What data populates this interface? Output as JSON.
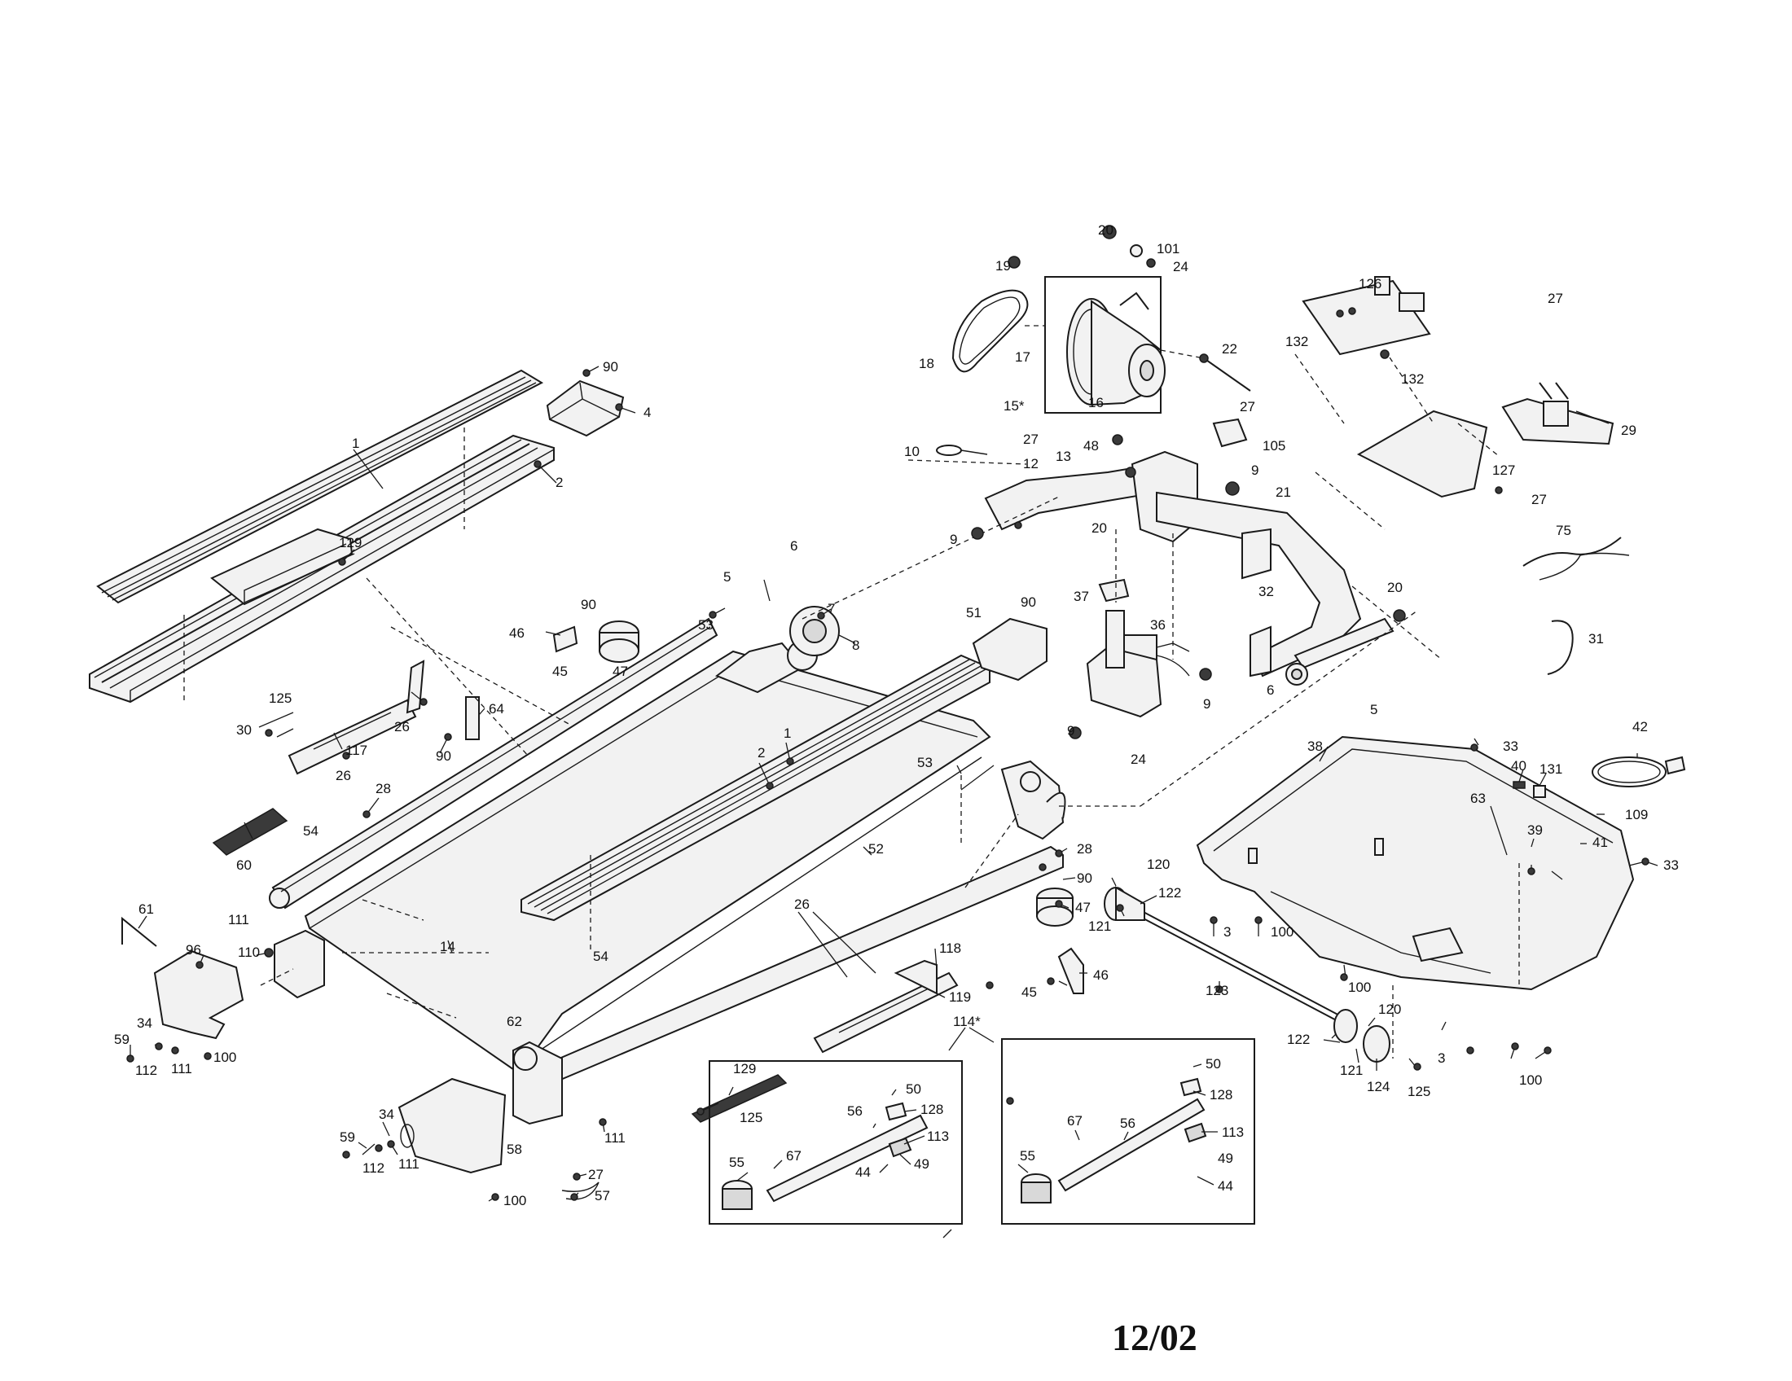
{
  "date_stamp": "12/02",
  "callouts": [
    {
      "id": "c20a",
      "text": "20"
    },
    {
      "id": "c101",
      "text": "101"
    },
    {
      "id": "c19",
      "text": "19"
    },
    {
      "id": "c24a",
      "text": "24"
    },
    {
      "id": "c18",
      "text": "18"
    },
    {
      "id": "c17",
      "text": "17"
    },
    {
      "id": "c16",
      "text": "16"
    },
    {
      "id": "c15",
      "text": "15*"
    },
    {
      "id": "c22",
      "text": "22"
    },
    {
      "id": "c27a",
      "text": "27"
    },
    {
      "id": "c105",
      "text": "105"
    },
    {
      "id": "c48",
      "text": "48"
    },
    {
      "id": "c10",
      "text": "10"
    },
    {
      "id": "c27b",
      "text": "27"
    },
    {
      "id": "c12",
      "text": "12"
    },
    {
      "id": "c13",
      "text": "13"
    },
    {
      "id": "c9a",
      "text": "9"
    },
    {
      "id": "c21",
      "text": "21"
    },
    {
      "id": "c20b",
      "text": "20"
    },
    {
      "id": "c9b",
      "text": "9"
    },
    {
      "id": "c126",
      "text": "126"
    },
    {
      "id": "c132a",
      "text": "132"
    },
    {
      "id": "c132b",
      "text": "132"
    },
    {
      "id": "c127",
      "text": "127"
    },
    {
      "id": "c27c",
      "text": "27"
    },
    {
      "id": "c29",
      "text": "29"
    },
    {
      "id": "c27d",
      "text": "27"
    },
    {
      "id": "c75",
      "text": "75"
    },
    {
      "id": "c31",
      "text": "31"
    },
    {
      "id": "c20c",
      "text": "20"
    },
    {
      "id": "c32",
      "text": "32"
    },
    {
      "id": "c6b",
      "text": "6"
    },
    {
      "id": "c5b",
      "text": "5"
    },
    {
      "id": "c37",
      "text": "37"
    },
    {
      "id": "c36",
      "text": "36"
    },
    {
      "id": "c9c",
      "text": "9"
    },
    {
      "id": "c9d",
      "text": "9"
    },
    {
      "id": "c24b",
      "text": "24"
    },
    {
      "id": "c51",
      "text": "51"
    },
    {
      "id": "c90c",
      "text": "90"
    },
    {
      "id": "c1a",
      "text": "1"
    },
    {
      "id": "c2a",
      "text": "2"
    },
    {
      "id": "c90a",
      "text": "90"
    },
    {
      "id": "c4",
      "text": "4"
    },
    {
      "id": "c129a",
      "text": "129"
    },
    {
      "id": "c30",
      "text": "30"
    },
    {
      "id": "c125a",
      "text": "125"
    },
    {
      "id": "c117",
      "text": "117"
    },
    {
      "id": "c26a",
      "text": "26"
    },
    {
      "id": "c26b",
      "text": "26"
    },
    {
      "id": "c90b",
      "text": "90"
    },
    {
      "id": "c64",
      "text": "64"
    },
    {
      "id": "c46a",
      "text": "46"
    },
    {
      "id": "c45a",
      "text": "45"
    },
    {
      "id": "c90d",
      "text": "90"
    },
    {
      "id": "c47a",
      "text": "47"
    },
    {
      "id": "c5a",
      "text": "5"
    },
    {
      "id": "c53a",
      "text": "53"
    },
    {
      "id": "c6a",
      "text": "6"
    },
    {
      "id": "c7",
      "text": "7"
    },
    {
      "id": "c8",
      "text": "8"
    },
    {
      "id": "c2b",
      "text": "2"
    },
    {
      "id": "c1b",
      "text": "1"
    },
    {
      "id": "c28a",
      "text": "28"
    },
    {
      "id": "c54a",
      "text": "54"
    },
    {
      "id": "c60",
      "text": "60"
    },
    {
      "id": "c61",
      "text": "61"
    },
    {
      "id": "c111a",
      "text": "111"
    },
    {
      "id": "c110",
      "text": "110"
    },
    {
      "id": "c96",
      "text": "96"
    },
    {
      "id": "c14",
      "text": "14"
    },
    {
      "id": "c52",
      "text": "52"
    },
    {
      "id": "c53b",
      "text": "53"
    },
    {
      "id": "c28b",
      "text": "28"
    },
    {
      "id": "c90e",
      "text": "90"
    },
    {
      "id": "c47b",
      "text": "47"
    },
    {
      "id": "c120a",
      "text": "120"
    },
    {
      "id": "c122a",
      "text": "122"
    },
    {
      "id": "c121a",
      "text": "121"
    },
    {
      "id": "c3a",
      "text": "3"
    },
    {
      "id": "c100a",
      "text": "100"
    },
    {
      "id": "c123",
      "text": "123"
    },
    {
      "id": "c38",
      "text": "38"
    },
    {
      "id": "c33a",
      "text": "33"
    },
    {
      "id": "c40",
      "text": "40"
    },
    {
      "id": "c131",
      "text": "131"
    },
    {
      "id": "c42",
      "text": "42"
    },
    {
      "id": "c109",
      "text": "109"
    },
    {
      "id": "c63",
      "text": "63"
    },
    {
      "id": "c39",
      "text": "39"
    },
    {
      "id": "c41",
      "text": "41"
    },
    {
      "id": "c33b",
      "text": "33"
    },
    {
      "id": "c26c",
      "text": "26"
    },
    {
      "id": "c118",
      "text": "118"
    },
    {
      "id": "c119",
      "text": "119"
    },
    {
      "id": "c45b",
      "text": "45"
    },
    {
      "id": "c46b",
      "text": "46"
    },
    {
      "id": "c54b",
      "text": "54"
    },
    {
      "id": "c62",
      "text": "62"
    },
    {
      "id": "c34a",
      "text": "34"
    },
    {
      "id": "c59a",
      "text": "59"
    },
    {
      "id": "c112a",
      "text": "112"
    },
    {
      "id": "c111b",
      "text": "111"
    },
    {
      "id": "c100b",
      "text": "100"
    },
    {
      "id": "c129b",
      "text": "129"
    },
    {
      "id": "c125b",
      "text": "125"
    },
    {
      "id": "c111c",
      "text": "111"
    },
    {
      "id": "c34b",
      "text": "34"
    },
    {
      "id": "c59b",
      "text": "59"
    },
    {
      "id": "c112b",
      "text": "112"
    },
    {
      "id": "c111d",
      "text": "111"
    },
    {
      "id": "c58",
      "text": "58"
    },
    {
      "id": "c100c",
      "text": "100"
    },
    {
      "id": "c27e",
      "text": "27"
    },
    {
      "id": "c57",
      "text": "57"
    },
    {
      "id": "c114",
      "text": "114*"
    },
    {
      "id": "c50a",
      "text": "50"
    },
    {
      "id": "c128a",
      "text": "128"
    },
    {
      "id": "c56a",
      "text": "56"
    },
    {
      "id": "c113a",
      "text": "113"
    },
    {
      "id": "c55a",
      "text": "55"
    },
    {
      "id": "c67a",
      "text": "67"
    },
    {
      "id": "c49a",
      "text": "49"
    },
    {
      "id": "c44a",
      "text": "44"
    },
    {
      "id": "c50b",
      "text": "50"
    },
    {
      "id": "c128b",
      "text": "128"
    },
    {
      "id": "c67b",
      "text": "67"
    },
    {
      "id": "c56b",
      "text": "56"
    },
    {
      "id": "c113b",
      "text": "113"
    },
    {
      "id": "c55b",
      "text": "55"
    },
    {
      "id": "c49b",
      "text": "49"
    },
    {
      "id": "c44b",
      "text": "44"
    },
    {
      "id": "c100d",
      "text": "100"
    },
    {
      "id": "c120b",
      "text": "120"
    },
    {
      "id": "c122b",
      "text": "122"
    },
    {
      "id": "c121b",
      "text": "121"
    },
    {
      "id": "c124",
      "text": "124"
    },
    {
      "id": "c125c",
      "text": "125"
    },
    {
      "id": "c3b",
      "text": "3"
    },
    {
      "id": "c100e",
      "text": "100"
    }
  ]
}
